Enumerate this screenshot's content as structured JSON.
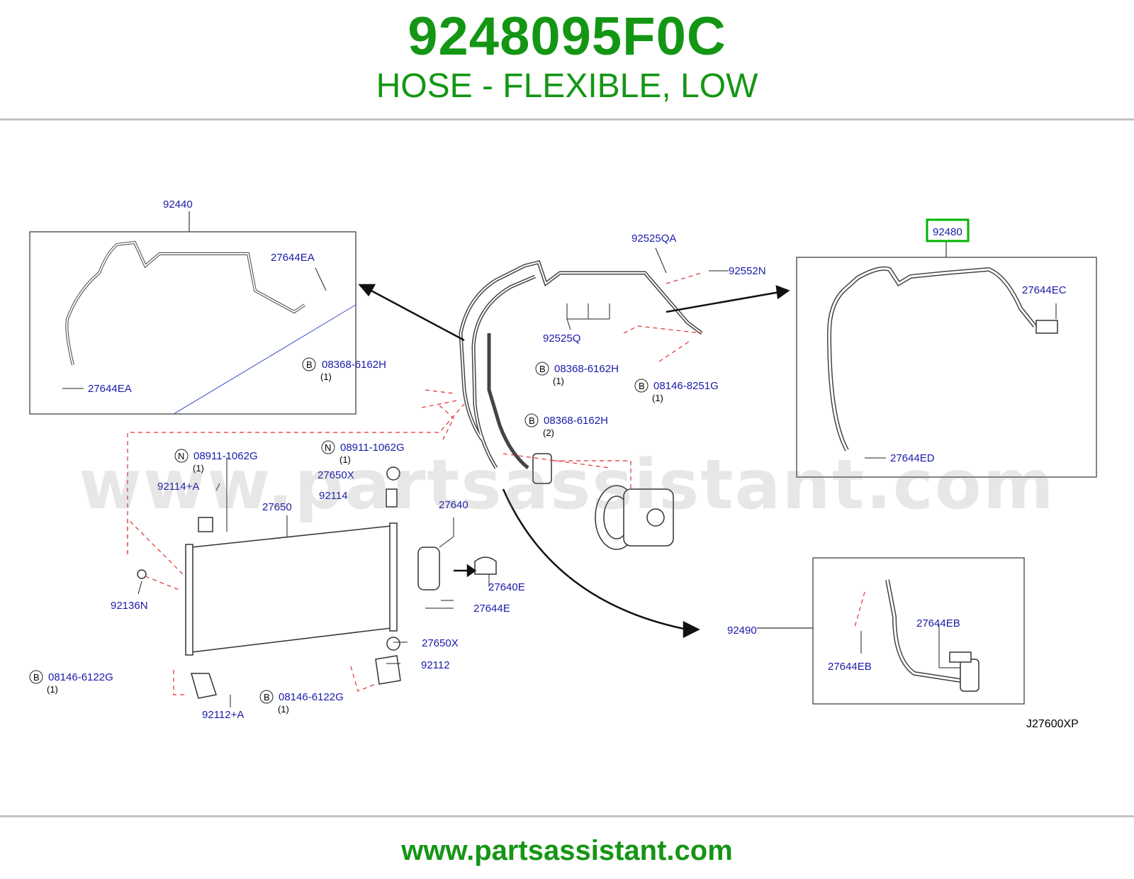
{
  "header": {
    "part_number": "9248095F0C",
    "description": "HOSE - FLEXIBLE, LOW"
  },
  "diagram": {
    "ref_code": "J27600XP",
    "highlighted_part": "92480",
    "labels": {
      "p92440": "92440",
      "p27644EA_a": "27644EA",
      "p27644EA_b": "27644EA",
      "p92525QA": "92525QA",
      "p92552N": "92552N",
      "p92525Q": "92525Q",
      "p92480": "92480",
      "p27644EC": "27644EC",
      "p27644ED": "27644ED",
      "p08368_a": "08368-6162H",
      "p08368_b": "08368-6162H",
      "p08368_c": "08368-6162H",
      "p08146_8251G": "08146-8251G",
      "p08911_a": "08911-1062G",
      "p08911_b": "08911-1062G",
      "p92114A": "92114+A",
      "p27650X_a": "27650X",
      "p92114": "92114",
      "p27650": "27650",
      "p27640": "27640",
      "p27640E": "27640E",
      "p27644E": "27644E",
      "p92136N": "92136N",
      "p27650X_b": "27650X",
      "p92112": "92112",
      "p08146_6122G_a": "08146-6122G",
      "p08146_6122G_b": "08146-6122G",
      "p92112A": "92112+A",
      "p92490": "92490",
      "p27644EB_a": "27644EB",
      "p27644EB_b": "27644EB"
    },
    "quantities": {
      "q08368_a": "(1)",
      "q08368_b": "(1)",
      "q08368_c": "(2)",
      "q08146_8251G": "(1)",
      "q08911_a": "(1)",
      "q08911_b": "(1)",
      "q08146_6122G_a": "(1)",
      "q08146_6122G_b": "(1)"
    },
    "markers": {
      "bolt": "B",
      "nut": "N"
    }
  },
  "watermark": "www.partsassistant.com",
  "footer": {
    "url": "www.partsassistant.com"
  },
  "colors": {
    "brand_green": "#149614",
    "label_blue": "#1a1aa8",
    "dashed_red": "#e03030",
    "highlight_box": "#00b400"
  }
}
